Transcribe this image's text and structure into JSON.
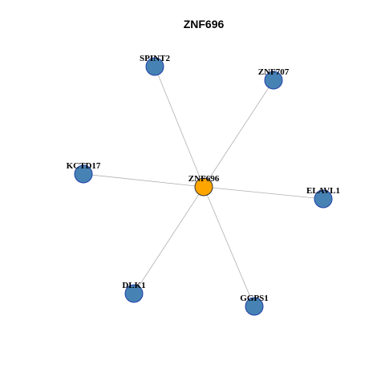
{
  "title": "ZNF696",
  "colors": {
    "center_node": "#FFA500",
    "leaf_node": "#4682B4",
    "node_border": "#1F3FA8",
    "edge": "#B0B0B0"
  },
  "network": {
    "center": {
      "id": "ZNF696",
      "label": "ZNF696"
    },
    "neighbors": [
      {
        "id": "SPINT2",
        "label": "SPINT2"
      },
      {
        "id": "ZNF707",
        "label": "ZNF707"
      },
      {
        "id": "KCTD17",
        "label": "KCTD17"
      },
      {
        "id": "ELAVL1",
        "label": "ELAVL1"
      },
      {
        "id": "DLK1",
        "label": "DLK1"
      },
      {
        "id": "GGPS1",
        "label": "GGPS1"
      }
    ],
    "edges": [
      [
        "ZNF696",
        "SPINT2"
      ],
      [
        "ZNF696",
        "ZNF707"
      ],
      [
        "ZNF696",
        "KCTD17"
      ],
      [
        "ZNF696",
        "ELAVL1"
      ],
      [
        "ZNF696",
        "DLK1"
      ],
      [
        "ZNF696",
        "GGPS1"
      ]
    ]
  }
}
